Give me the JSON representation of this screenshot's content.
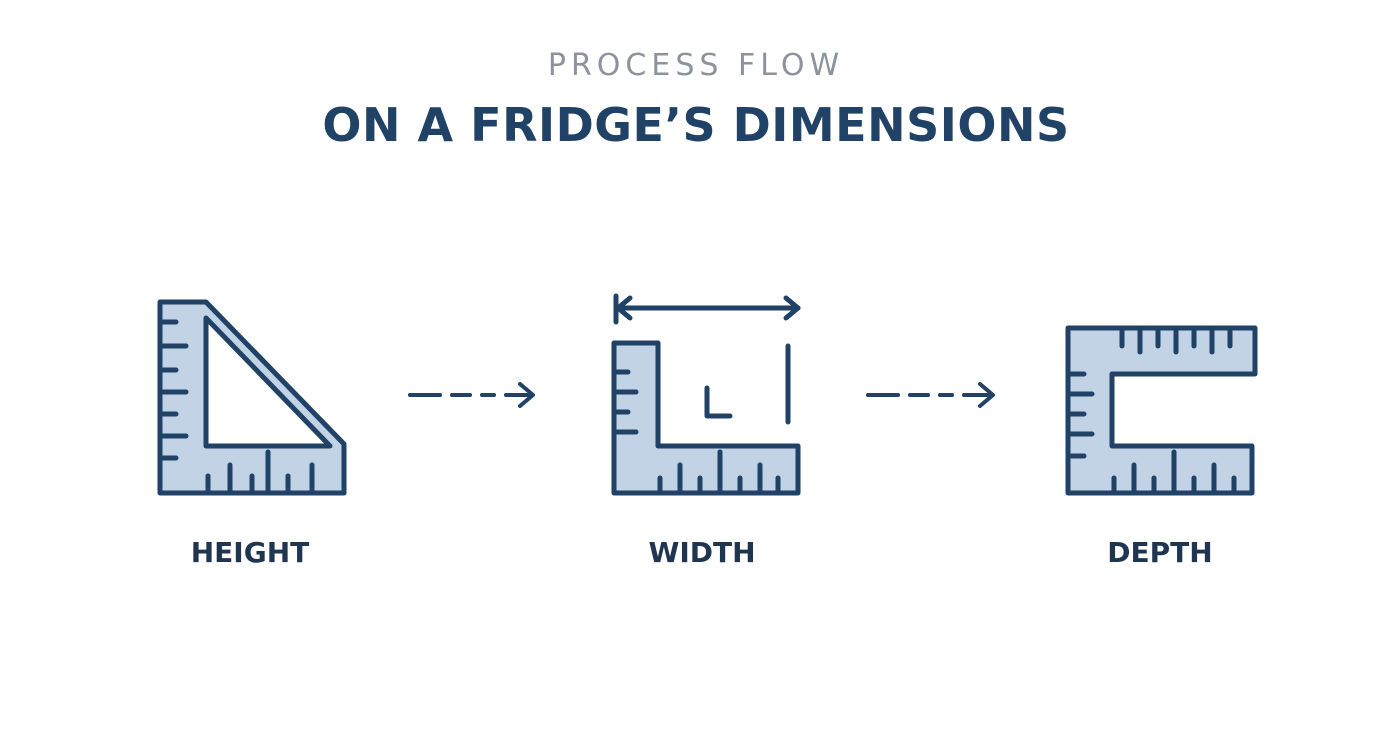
{
  "header": {
    "kicker": "PROCESS FLOW",
    "title": "ON A FRIDGE’S DIMENSIONS"
  },
  "steps": [
    {
      "label": "HEIGHT",
      "icon": "triangle-ruler-icon"
    },
    {
      "label": "WIDTH",
      "icon": "l-square-ruler-icon"
    },
    {
      "label": "DEPTH",
      "icon": "c-ruler-icon"
    }
  ],
  "connectors": [
    "dashed-arrow-icon",
    "dashed-arrow-icon"
  ],
  "colors": {
    "stroke": "#1f4266",
    "fill": "#c2d3e6",
    "title": "#1f4266",
    "kicker": "#8d939c",
    "label": "#1f3550",
    "background": "#ffffff"
  }
}
